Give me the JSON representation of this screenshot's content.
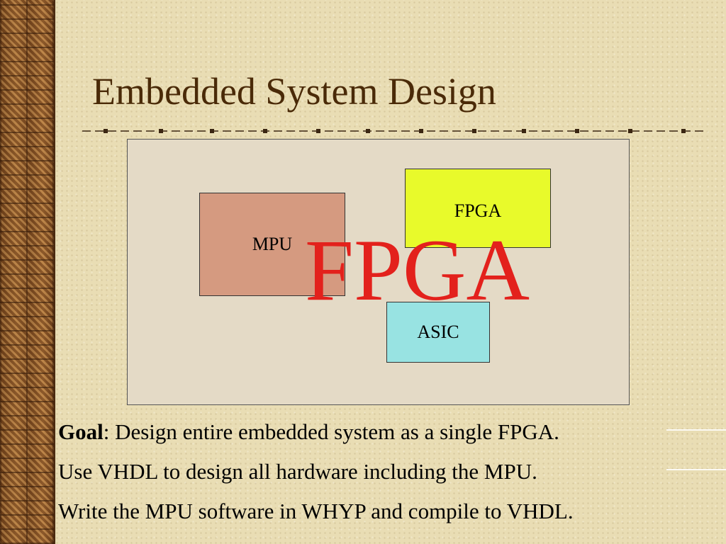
{
  "slide": {
    "title": "Embedded System Design"
  },
  "diagram": {
    "mpu_label": "MPU",
    "fpga_label": "FPGA",
    "asic_label": "ASIC",
    "overlay_label": "FPGA",
    "colors": {
      "mpu": "#d59a80",
      "fpga": "#e8fa2b",
      "asic": "#98e3e2",
      "overlay_text": "#e3211c",
      "box_background": "#e4dac6"
    }
  },
  "body": {
    "goal_label": "Goal",
    "goal_text": ":  Design entire embedded system as a single FPGA.",
    "line2": "Use VHDL to design all hardware including the MPU.",
    "line3": "Write the MPU software in WHYP and compile to VHDL."
  },
  "theme": {
    "title_color": "#4a2a08",
    "background": "#e9ddb4",
    "strip": "#8a5a2b"
  }
}
